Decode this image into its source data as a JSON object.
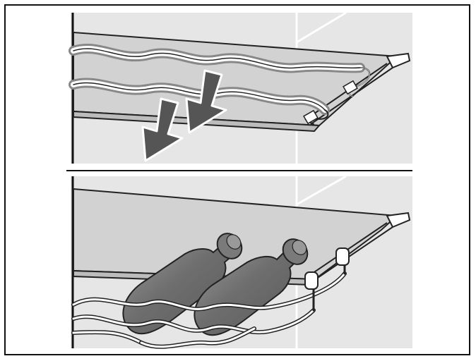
{
  "figure": {
    "panels": [
      {
        "id": "top",
        "depicts": "wine-rack-being-attached-under-shelf",
        "arrows": 2
      },
      {
        "id": "bottom",
        "depicts": "wine-rack-holding-two-bottles",
        "bottles": 2
      }
    ],
    "colors": {
      "frame": "#111111",
      "scene_background": "#e6e6e6",
      "shelf_glass": "#d0d0d0",
      "rack_highlight": "#888888",
      "arrow_fill": "#555555",
      "bottle_fill": "#6e6e6e",
      "outline": "#222222"
    }
  }
}
